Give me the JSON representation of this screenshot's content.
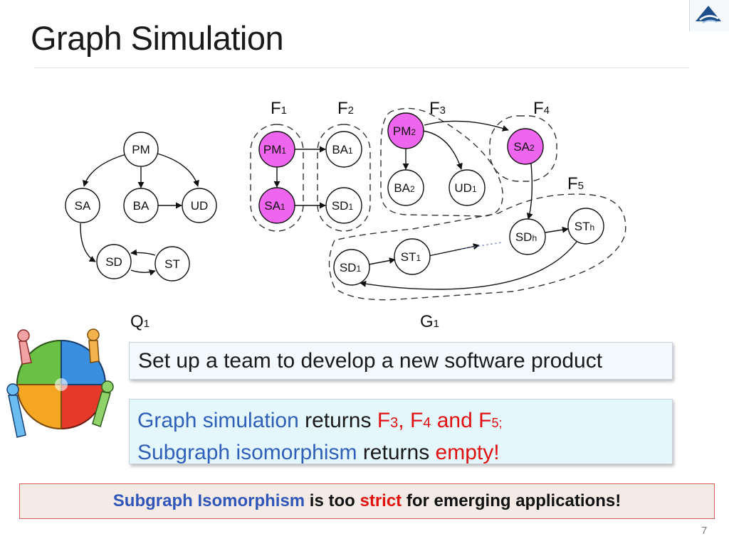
{
  "slide": {
    "title": "Graph Simulation",
    "page_number": "7"
  },
  "query_graph": {
    "label_main": "Q",
    "label_sub": "1",
    "nodes": [
      "PM",
      "SA",
      "BA",
      "UD",
      "SD",
      "ST"
    ]
  },
  "data_graph": {
    "label_main": "G",
    "label_sub": "1",
    "frames": [
      {
        "main": "F",
        "sub": "1"
      },
      {
        "main": "F",
        "sub": "2"
      },
      {
        "main": "F",
        "sub": "3"
      },
      {
        "main": "F",
        "sub": "4"
      },
      {
        "main": "F",
        "sub": "5"
      }
    ],
    "nodes": [
      {
        "main": "PM",
        "sub": "1",
        "highlight": true
      },
      {
        "main": "SA",
        "sub": "1",
        "highlight": true
      },
      {
        "main": "BA",
        "sub": "1",
        "highlight": false
      },
      {
        "main": "SD",
        "sub": "1",
        "highlight": false
      },
      {
        "main": "PM",
        "sub": "2",
        "highlight": true
      },
      {
        "main": "BA",
        "sub": "2",
        "highlight": false
      },
      {
        "main": "UD",
        "sub": "1",
        "highlight": false
      },
      {
        "main": "SA",
        "sub": "2",
        "highlight": true
      },
      {
        "main": "SD",
        "sub": "h",
        "highlight": false
      },
      {
        "main": "ST",
        "sub": "h",
        "highlight": false
      },
      {
        "main": "ST",
        "sub": "1",
        "highlight": false
      },
      {
        "main": "SD",
        "sub": "1",
        "highlight": false
      }
    ]
  },
  "task_box": {
    "text": "Set up a team to develop a new software product"
  },
  "result_box": {
    "line1_a": "Graph simulation",
    "line1_b": " returns ",
    "line1_f3": "F",
    "line1_f3_sub": "3",
    "line1_sep1": ", ",
    "line1_f4": "F",
    "line1_f4_sub": "4",
    "line1_and": " and ",
    "line1_f5": "F",
    "line1_f5_sub": "5;",
    "line2_a": "Subgraph isomorphism",
    "line2_b": " returns ",
    "line2_c": "empty!"
  },
  "banner": {
    "part1": "Subgraph Isomorphism",
    "part2": " is too ",
    "part3": "strict",
    "part4": " for emerging applications!"
  },
  "colors": {
    "highlight_node": "#ee66ee",
    "node_fill": "#ffffff",
    "title_blue": "#2f5fb8",
    "accent_red": "#e01010",
    "result_bg": "#e4f7fc",
    "banner_bg": "#f4ebe6",
    "banner_border": "#d45a5a"
  },
  "icons": {
    "logo": "institution-logo-icon",
    "teamwork": "puzzle-team-clipart-icon"
  }
}
